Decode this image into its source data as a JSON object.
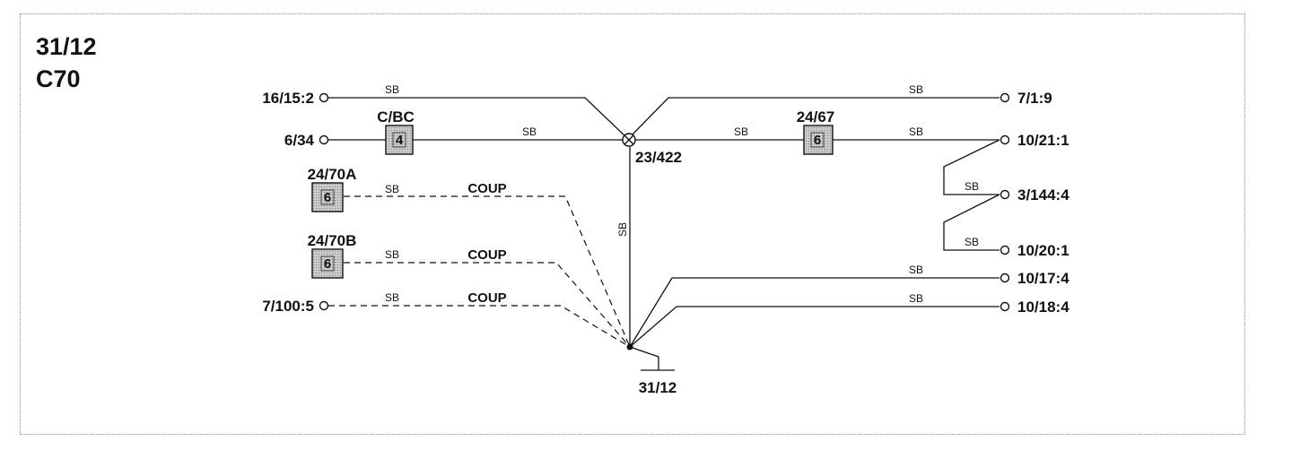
{
  "title": {
    "line1": "31/12",
    "line2": "C70"
  },
  "wire_label": "SB",
  "coup_label": "COUP",
  "components": {
    "cbc": {
      "name": "C/BC",
      "pin": "4"
    },
    "relay_24_67": {
      "name": "24/67",
      "pin": "6"
    },
    "relay_24_70a": {
      "name": "24/70A",
      "pin": "6"
    },
    "relay_24_70b": {
      "name": "24/70B",
      "pin": "6"
    },
    "splice": {
      "name": "23/422"
    },
    "ground": {
      "name": "31/12"
    }
  },
  "connectors": {
    "left_16_15_2": "16/15:2",
    "left_6_34": "6/34",
    "left_7_100_5": "7/100:5",
    "right_7_1_9": "7/1:9",
    "right_10_21_1": "10/21:1",
    "right_3_144_4": "3/144:4",
    "right_10_20_1": "10/20:1",
    "right_10_17_4": "10/17:4",
    "right_10_18_4": "10/18:4"
  }
}
